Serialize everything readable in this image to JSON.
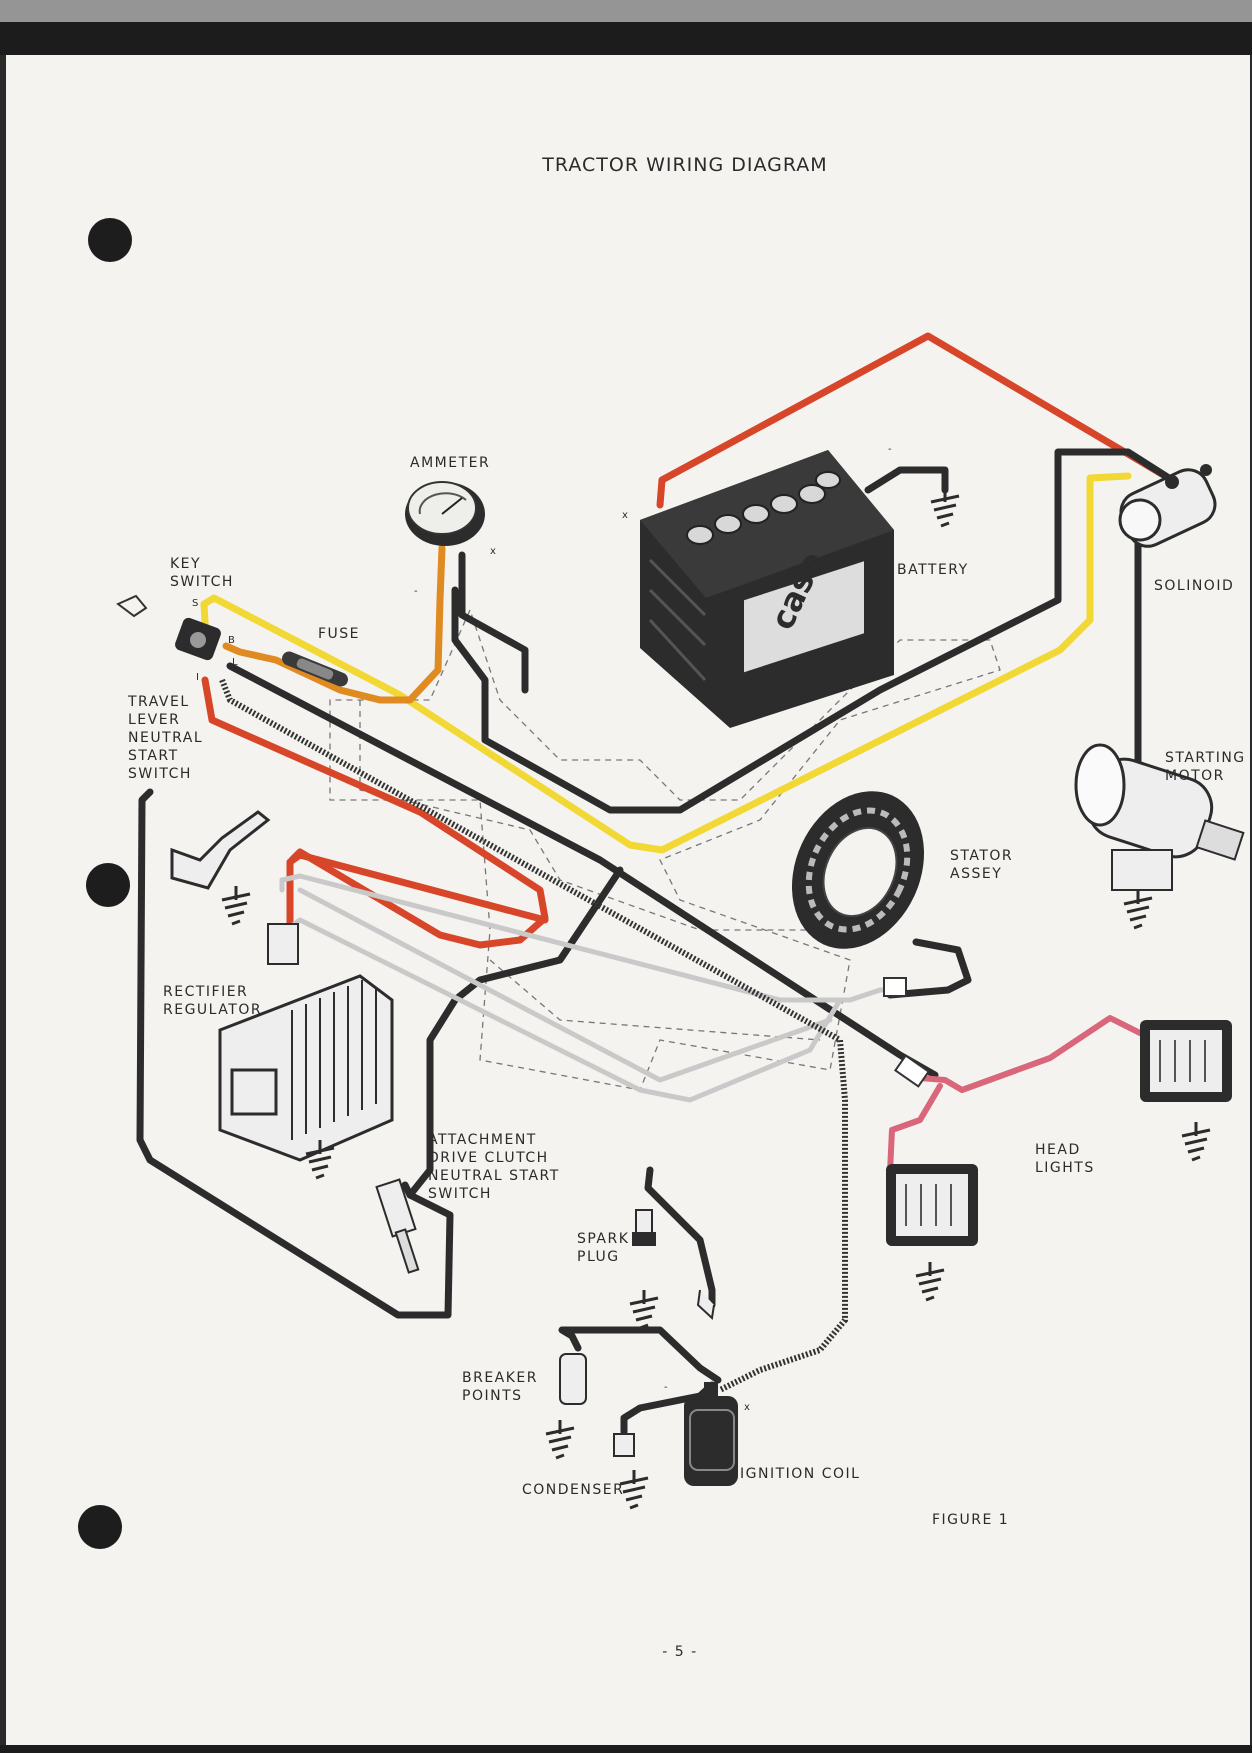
{
  "title": "TRACTOR WIRING DIAGRAM",
  "components": {
    "ammeter": "AMMETER",
    "battery": "BATTERY",
    "battery_brand": "case",
    "key_switch": [
      "KEY",
      "SWITCH"
    ],
    "fuse": "FUSE",
    "solinoid": "SOLINOID",
    "travel_lever": [
      "TRAVEL",
      "LEVER",
      "NEUTRAL",
      "START",
      "SWITCH"
    ],
    "starting_motor": [
      "STARTING",
      "MOTOR"
    ],
    "stator": [
      "STATOR",
      "ASSEY"
    ],
    "rectifier": [
      "RECTIFIER",
      "REGULATOR"
    ],
    "attachment": [
      "ATTACHMENT",
      "DRIVE CLUTCH",
      "NEUTRAL START",
      "SWITCH"
    ],
    "head_lights": [
      "HEAD",
      "LIGHTS"
    ],
    "spark_plug": [
      "SPARK",
      "PLUG"
    ],
    "breaker_points": [
      "BREAKER",
      "POINTS"
    ],
    "condenser": "CONDENSER",
    "ignition_coil": "IGNITION COIL"
  },
  "terminals": {
    "s": "S",
    "b": "B",
    "l": "L",
    "i": "I",
    "plus": "x",
    "minus": "-"
  },
  "figure_label": "FIGURE 1",
  "page_number": "- 5 -",
  "colors": {
    "battery_cable": "#d8462a",
    "ignition_wire": "#f2d835",
    "ammeter_wire": "#e08a22",
    "light_wire": "#d9667a",
    "ground_wire": "#2c2c2c",
    "stator_wire": "#c9c9c9"
  }
}
